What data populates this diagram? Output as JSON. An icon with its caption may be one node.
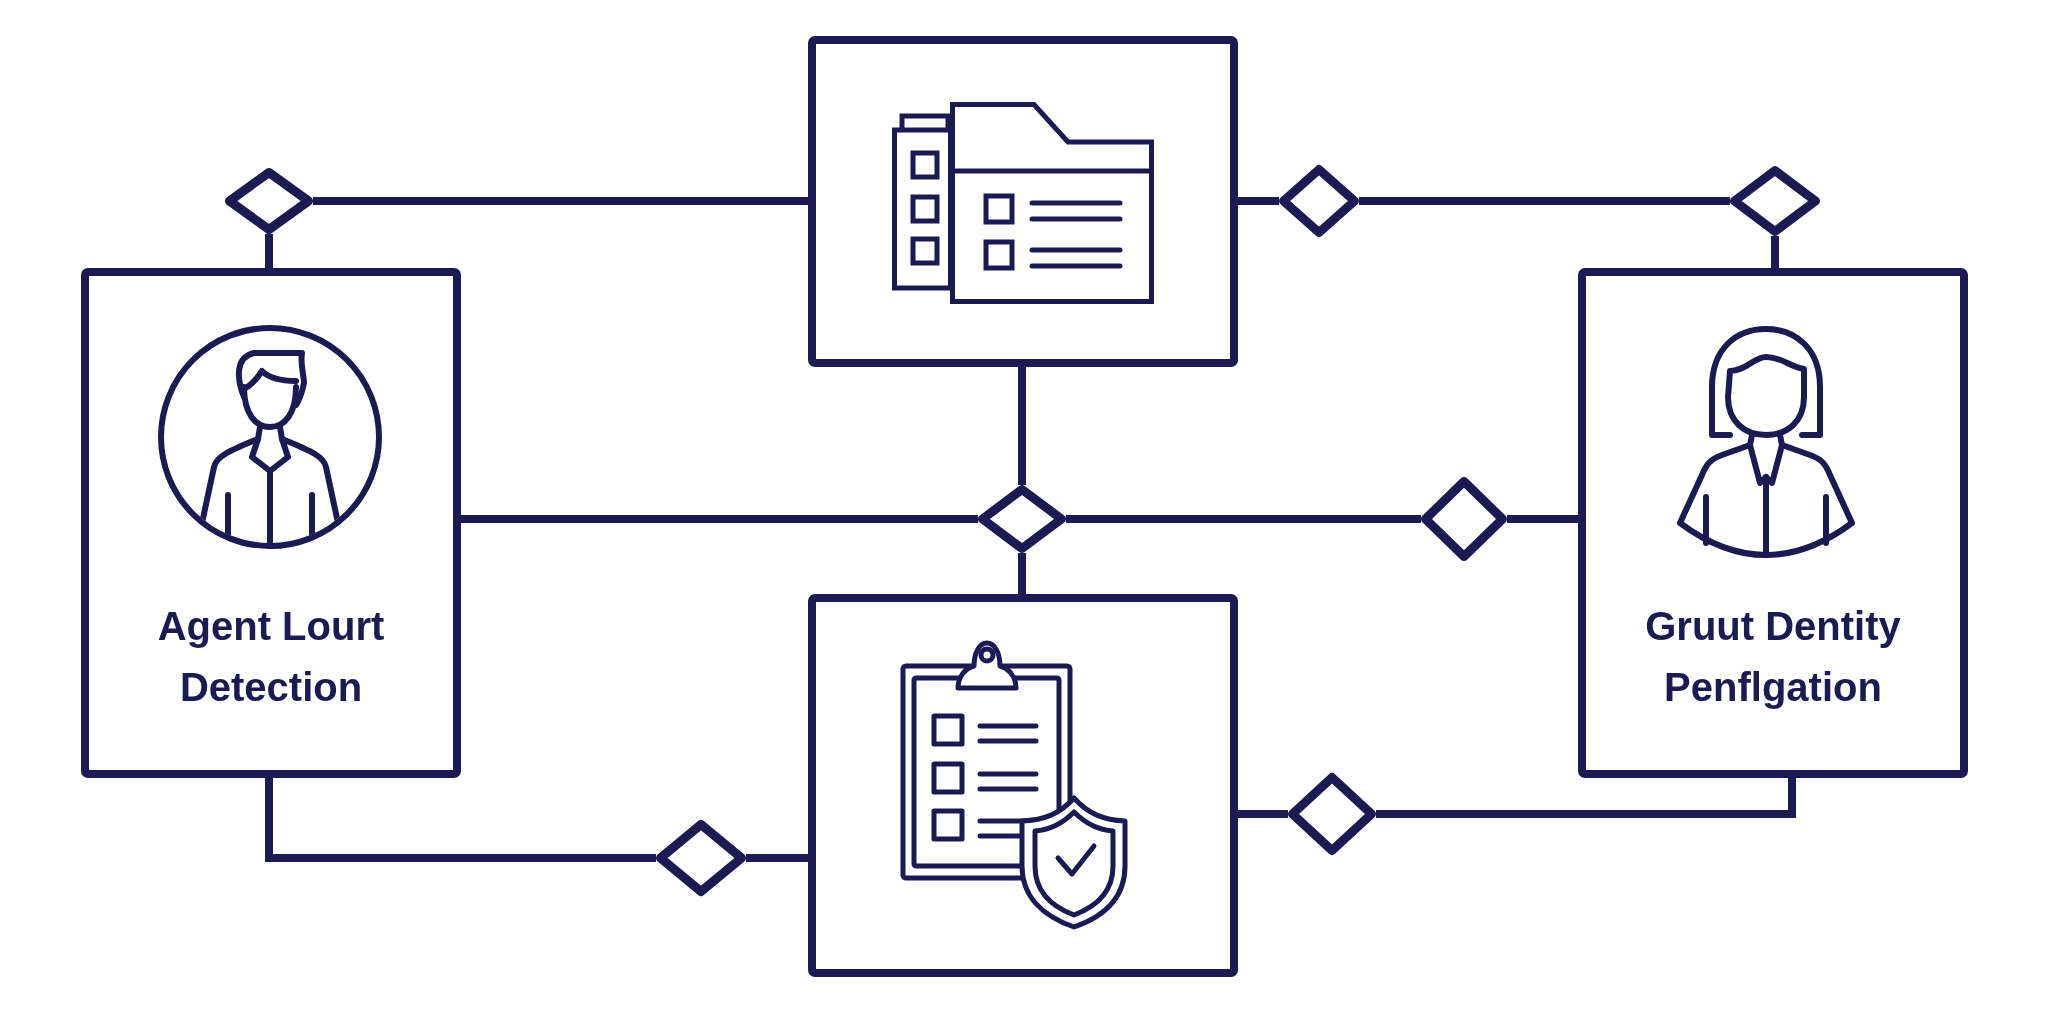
{
  "diagram": {
    "nodes": [
      {
        "text": [],
        "shape": "box"
      },
      {
        "text": [
          "Agent Lourt Detection"
        ]
      },
      {
        "text": [
          "Gruut Dentity Penflgation"
        ]
      },
      {
        "text": [],
        "shape": "box"
      },
      {
        "text": [],
        "shape": "diamond"
      },
      {
        "text": [],
        "shape": "diamond"
      },
      {
        "text": [],
        "shape": "diamond"
      },
      {
        "text": [],
        "shape": "diamond"
      },
      {
        "text": [],
        "shape": "diamond"
      },
      {
        "text": [],
        "shape": "diamond"
      },
      {
        "text": [],
        "shape": "diamond"
      }
    ],
    "edges": [
      {
        "from": 1,
        "to": 4,
        "arrow": "none"
      },
      {
        "from": 4,
        "to": 0,
        "arrow": "none"
      },
      {
        "from": 0,
        "to": 5,
        "arrow": "none"
      },
      {
        "from": 5,
        "to": 6,
        "arrow": "none"
      },
      {
        "from": 6,
        "to": 2,
        "arrow": "none"
      },
      {
        "from": 1,
        "to": 7,
        "arrow": "none"
      },
      {
        "from": 0,
        "to": 7,
        "arrow": "none"
      },
      {
        "from": 7,
        "to": 3,
        "arrow": "none"
      },
      {
        "from": 7,
        "to": 8,
        "arrow": "none"
      },
      {
        "from": 8,
        "to": 2,
        "arrow": "none"
      },
      {
        "from": 1,
        "to": 9,
        "arrow": "none"
      },
      {
        "from": 9,
        "to": 3,
        "arrow": "none"
      },
      {
        "from": 3,
        "to": 10,
        "arrow": "none"
      },
      {
        "from": 10,
        "to": 2,
        "arrow": "none"
      }
    ]
  }
}
